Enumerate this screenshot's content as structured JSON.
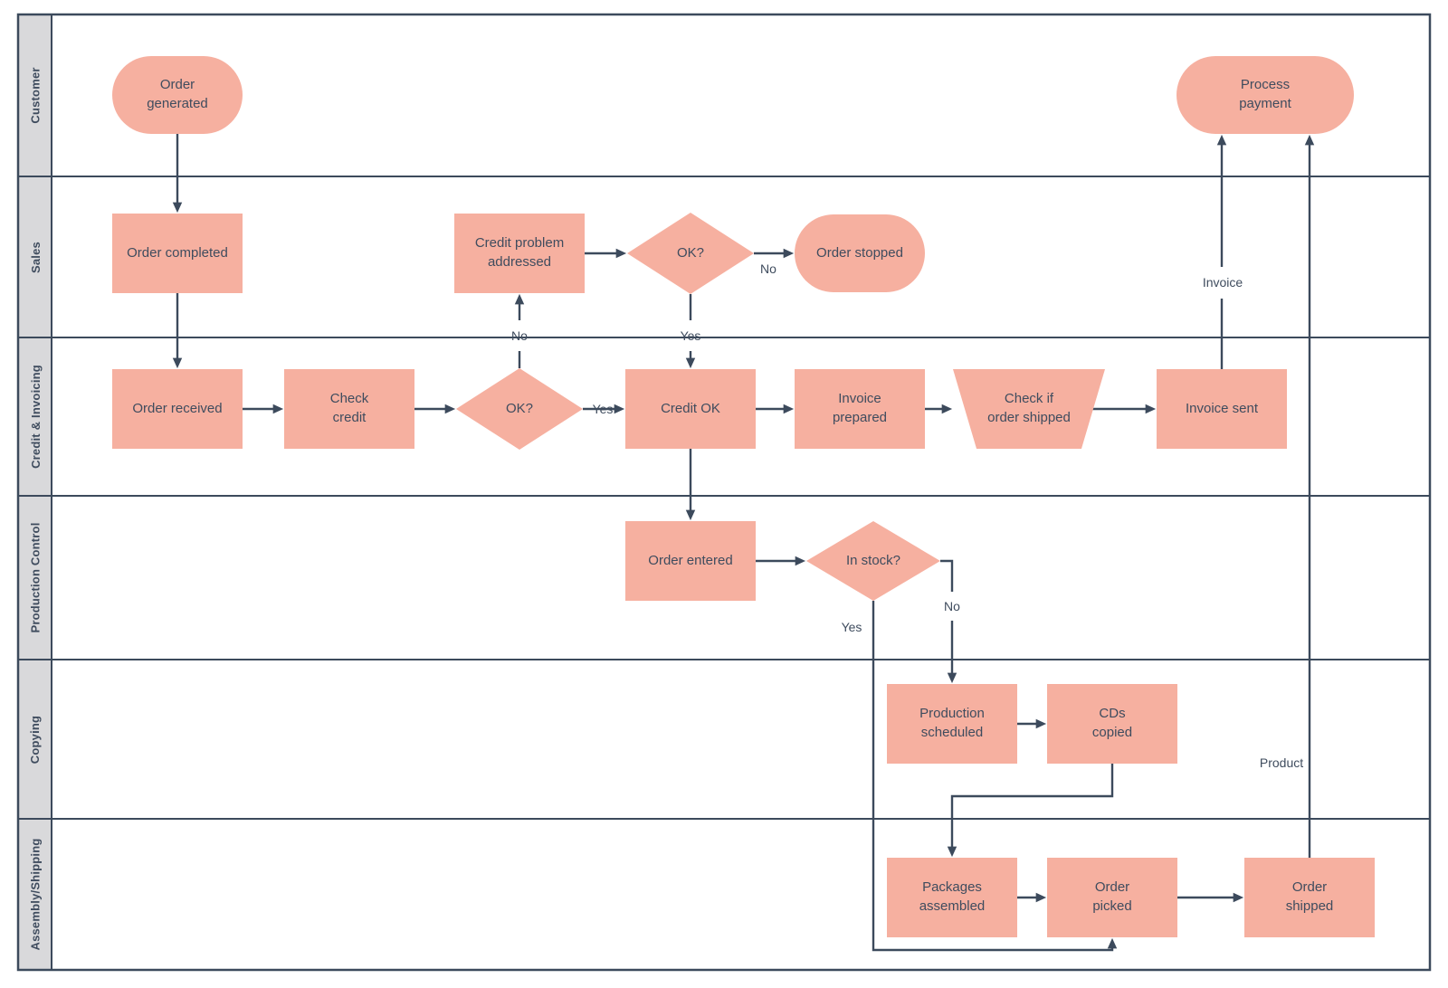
{
  "colors": {
    "shape_fill": "#F6B0A0",
    "line_color": "#3C4A5C",
    "text_color": "#3F4C5E",
    "lane_header_fill": "#D9D9DB",
    "background": "#FFFFFF"
  },
  "lanes": [
    {
      "label": "Customer"
    },
    {
      "label": "Sales"
    },
    {
      "label": "Credit & Invoicing"
    },
    {
      "label": "Production Control"
    },
    {
      "label": "Copying"
    },
    {
      "label": "Assembly/Shipping"
    }
  ],
  "nodes": {
    "order_generated": {
      "label": "Order\ngenerated",
      "type": "terminator",
      "lane": "Customer"
    },
    "process_payment": {
      "label": "Process\npayment",
      "type": "terminator",
      "lane": "Customer"
    },
    "order_completed": {
      "label": "Order completed",
      "type": "process",
      "lane": "Sales"
    },
    "credit_problem_addressed": {
      "label": "Credit problem\naddressed",
      "type": "process",
      "lane": "Sales"
    },
    "ok_sales": {
      "label": "OK?",
      "type": "decision",
      "lane": "Sales"
    },
    "order_stopped": {
      "label": "Order stopped",
      "type": "terminator",
      "lane": "Sales"
    },
    "order_received": {
      "label": "Order received",
      "type": "process",
      "lane": "Credit & Invoicing"
    },
    "check_credit": {
      "label": "Check\ncredit",
      "type": "process",
      "lane": "Credit & Invoicing"
    },
    "ok_credit": {
      "label": "OK?",
      "type": "decision",
      "lane": "Credit & Invoicing"
    },
    "credit_ok": {
      "label": "Credit OK",
      "type": "process",
      "lane": "Credit & Invoicing"
    },
    "invoice_prepared": {
      "label": "Invoice\nprepared",
      "type": "process",
      "lane": "Credit & Invoicing"
    },
    "check_if_order_shipped": {
      "label": "Check if\norder shipped",
      "type": "trapezoid",
      "lane": "Credit & Invoicing"
    },
    "invoice_sent": {
      "label": "Invoice sent",
      "type": "process",
      "lane": "Credit & Invoicing"
    },
    "order_entered": {
      "label": "Order entered",
      "type": "process",
      "lane": "Production Control"
    },
    "in_stock": {
      "label": "In stock?",
      "type": "decision",
      "lane": "Production Control"
    },
    "production_scheduled": {
      "label": "Production\nscheduled",
      "type": "process",
      "lane": "Copying"
    },
    "cds_copied": {
      "label": "CDs\ncopied",
      "type": "process",
      "lane": "Copying"
    },
    "packages_assembled": {
      "label": "Packages assembled",
      "type": "process",
      "lane": "Assembly/Shipping"
    },
    "order_picked": {
      "label": "Order\npicked",
      "type": "process",
      "lane": "Assembly/Shipping"
    },
    "order_shipped": {
      "label": "Order\nshipped",
      "type": "process",
      "lane": "Assembly/Shipping"
    }
  },
  "edges": [
    {
      "from": "order_generated",
      "to": "order_completed",
      "label": ""
    },
    {
      "from": "order_completed",
      "to": "order_received",
      "label": ""
    },
    {
      "from": "order_received",
      "to": "check_credit",
      "label": ""
    },
    {
      "from": "check_credit",
      "to": "ok_credit",
      "label": ""
    },
    {
      "from": "ok_credit",
      "to": "credit_ok",
      "label": "Yes"
    },
    {
      "from": "ok_credit",
      "to": "credit_problem_addressed",
      "label": "No"
    },
    {
      "from": "credit_problem_addressed",
      "to": "ok_sales",
      "label": ""
    },
    {
      "from": "ok_sales",
      "to": "order_stopped",
      "label": "No"
    },
    {
      "from": "ok_sales",
      "to": "credit_ok",
      "label": "Yes"
    },
    {
      "from": "credit_ok",
      "to": "invoice_prepared",
      "label": ""
    },
    {
      "from": "invoice_prepared",
      "to": "check_if_order_shipped",
      "label": ""
    },
    {
      "from": "check_if_order_shipped",
      "to": "invoice_sent",
      "label": ""
    },
    {
      "from": "invoice_sent",
      "to": "process_payment",
      "label": "Invoice"
    },
    {
      "from": "credit_ok",
      "to": "order_entered",
      "label": ""
    },
    {
      "from": "order_entered",
      "to": "in_stock",
      "label": ""
    },
    {
      "from": "in_stock",
      "to": "production_scheduled",
      "label": "No"
    },
    {
      "from": "in_stock",
      "to": "order_picked",
      "label": "Yes"
    },
    {
      "from": "production_scheduled",
      "to": "cds_copied",
      "label": ""
    },
    {
      "from": "cds_copied",
      "to": "packages_assembled",
      "label": ""
    },
    {
      "from": "packages_assembled",
      "to": "order_picked",
      "label": ""
    },
    {
      "from": "order_picked",
      "to": "order_shipped",
      "label": ""
    },
    {
      "from": "order_shipped",
      "to": "process_payment",
      "label": "Product"
    }
  ]
}
